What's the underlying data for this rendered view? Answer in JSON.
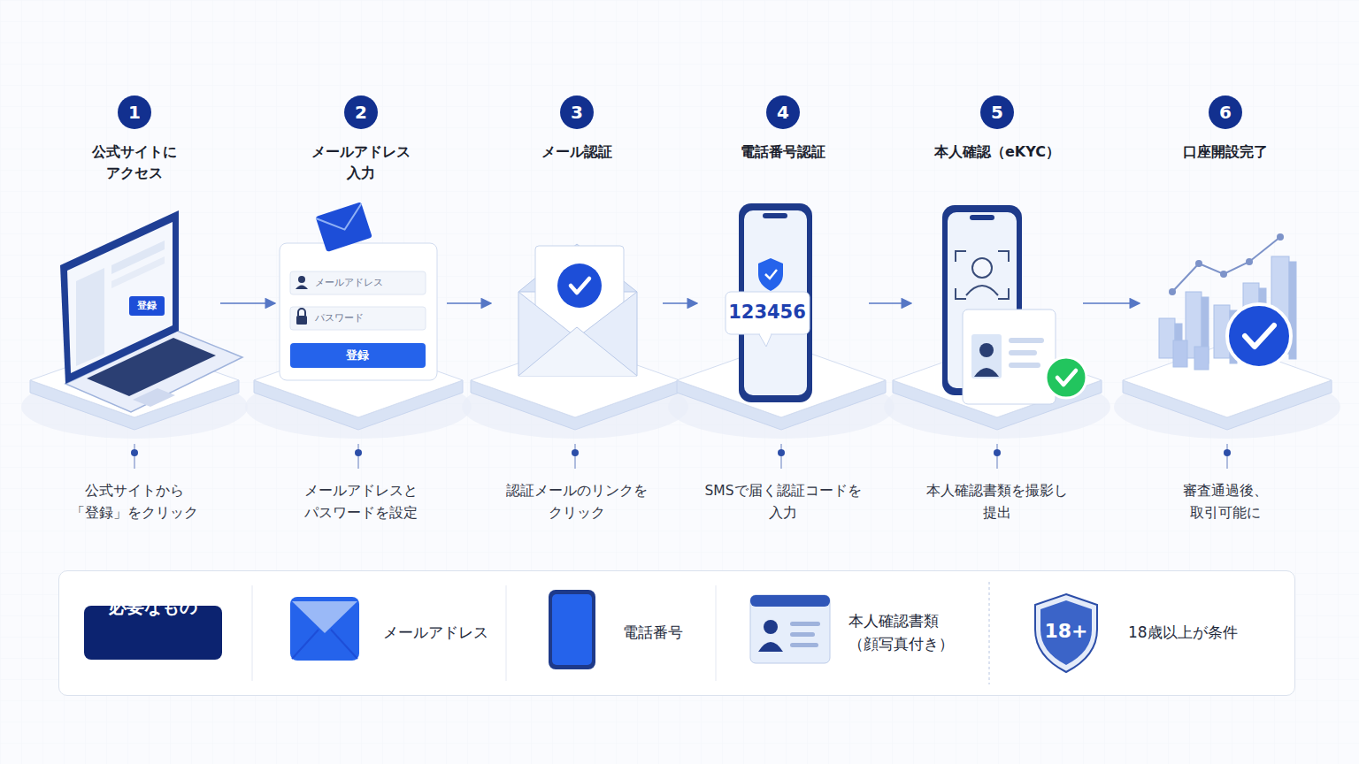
{
  "diagram": {
    "nodes": [
      {
        "text": [
          "公式サイトに アクセス",
          "公式サイトから 「登録」をクリック"
        ]
      },
      {
        "text": [
          "1"
        ],
        "in": 0
      },
      {
        "text": [
          "メールアドレス 入力",
          "メールアドレスと パスワードを設定"
        ]
      },
      {
        "text": [
          "2"
        ],
        "in": 2
      },
      {
        "text": [
          "メール認証",
          "認証メールのリンクを クリック"
        ]
      },
      {
        "text": [
          "3"
        ],
        "in": 4
      },
      {
        "text": [
          "電話番号認証",
          "SMSで届く認証コードを 入力"
        ]
      },
      {
        "text": [
          "4"
        ],
        "in": 6
      },
      {
        "text": [
          "本人確認（eKYC）",
          "本人確認書類を撮影し 提出"
        ]
      },
      {
        "text": [
          "5"
        ],
        "in": 8
      },
      {
        "text": [
          "口座開設完了",
          "審査通過後、 取引可能に"
        ]
      },
      {
        "text": [
          "6"
        ],
        "in": 10
      },
      {
        "text": [
          "メールアドレス",
          "電話番号",
          "本人確認書類 （顔写真付き）",
          "18歳以上が条件"
        ]
      },
      {
        "text": [
          "必要なもの"
        ],
        "in": 12
      }
    ],
    "edges": [
      {
        "from": 0,
        "to": 2,
        "arrow": "to"
      },
      {
        "from": 2,
        "to": 4,
        "arrow": "to"
      },
      {
        "from": 4,
        "to": 6,
        "arrow": "to"
      },
      {
        "from": 6,
        "to": 8,
        "arrow": "to"
      },
      {
        "from": 8,
        "to": 10,
        "arrow": "to"
      }
    ],
    "labels": [
      "登録",
      "メールアドレス",
      "パスワード",
      "登録",
      "123456",
      "18+"
    ]
  }
}
